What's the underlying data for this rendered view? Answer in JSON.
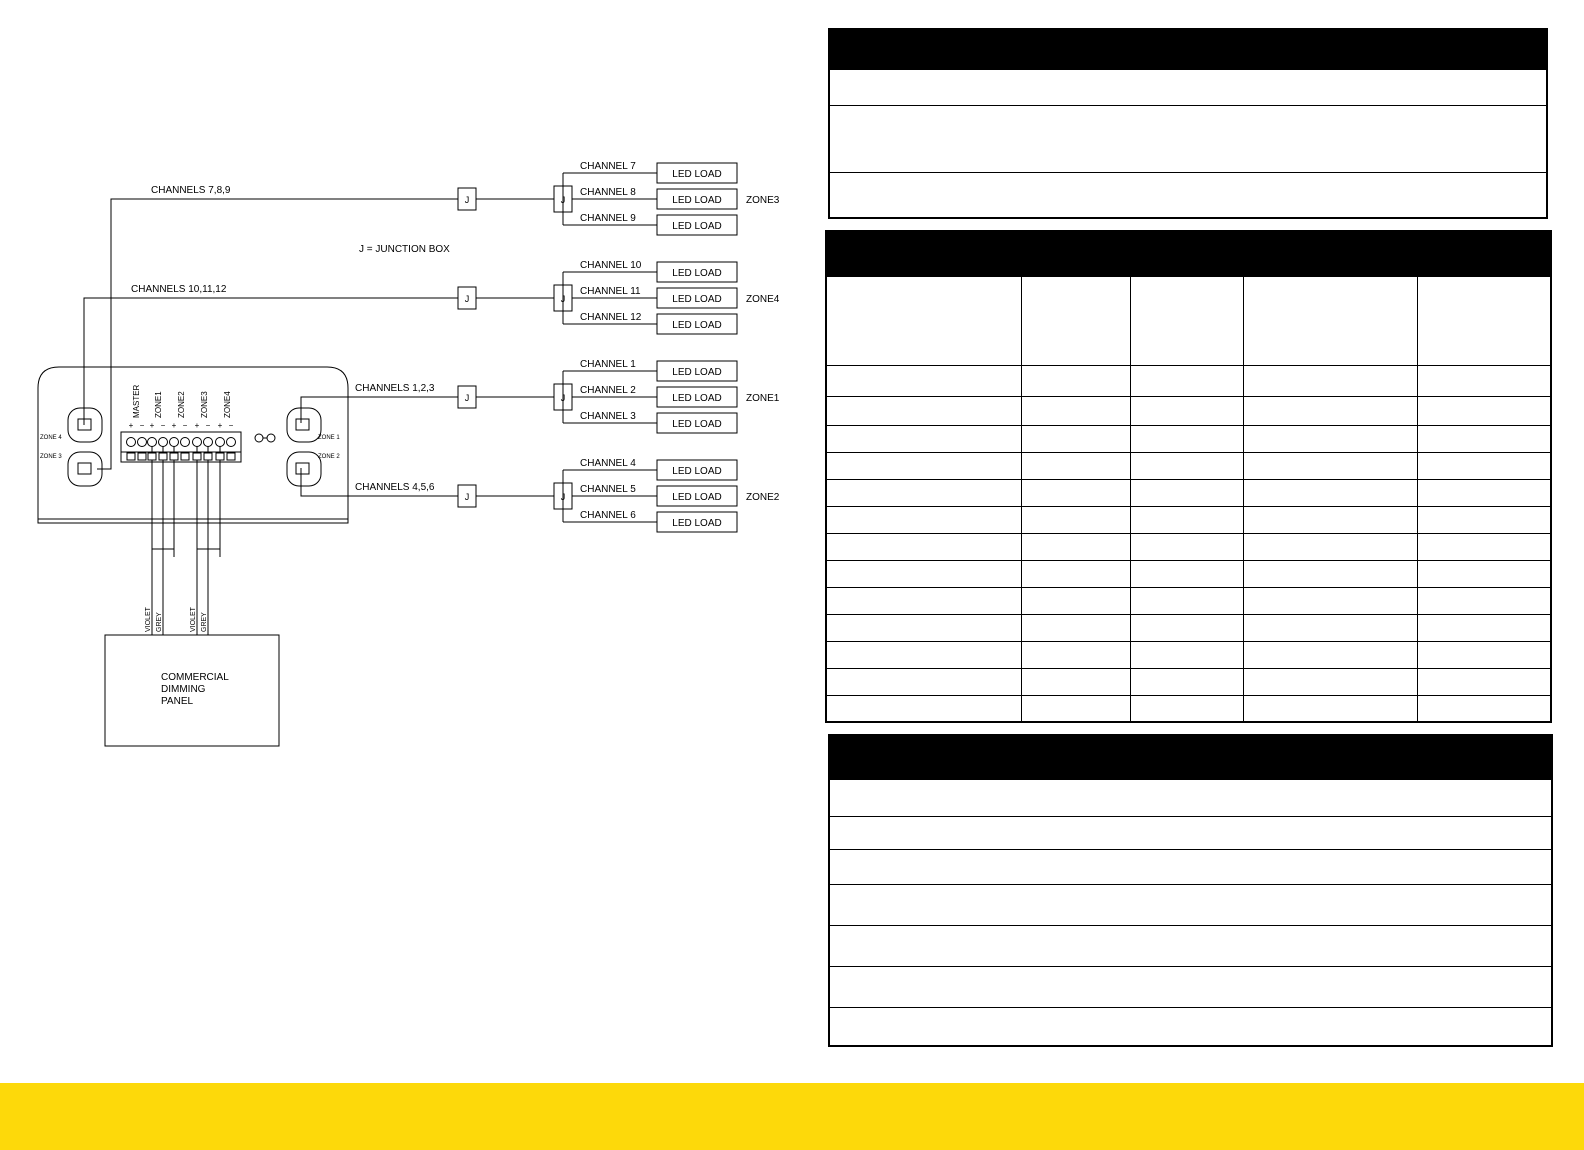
{
  "colors": {
    "footer": "#FDD90A",
    "line": "#000000",
    "header": "#000000"
  },
  "diagram": {
    "legend": "J = JUNCTION BOX",
    "junction_label": "J",
    "load_label": "LED LOAD",
    "runs": [
      {
        "bus": "CHANNELS 7,8,9",
        "zone": "ZONE3",
        "channels": [
          "CHANNEL 7",
          "CHANNEL 8",
          "CHANNEL 9"
        ]
      },
      {
        "bus": "CHANNELS 10,11,12",
        "zone": "ZONE4",
        "channels": [
          "CHANNEL 10",
          "CHANNEL 11",
          "CHANNEL 12"
        ]
      },
      {
        "bus": "CHANNELS 1,2,3",
        "zone": "ZONE1",
        "channels": [
          "CHANNEL 1",
          "CHANNEL 2",
          "CHANNEL 3"
        ]
      },
      {
        "bus": "CHANNELS 4,5,6",
        "zone": "ZONE2",
        "channels": [
          "CHANNEL 4",
          "CHANNEL 5",
          "CHANNEL 6"
        ]
      }
    ],
    "controller": {
      "terminal_labels": [
        "MASTER",
        "ZONE1",
        "ZONE2",
        "ZONE3",
        "ZONE4"
      ],
      "polarity": [
        "+",
        "−",
        "+",
        "−",
        "+",
        "−",
        "+",
        "−",
        "+",
        "−"
      ],
      "ports": [
        "ZONE 4",
        "ZONE 3",
        "ZONE 1",
        "ZONE 2"
      ]
    },
    "wires": [
      "VIOLET",
      "GREY",
      "VIOLET",
      "GREY"
    ],
    "panel_lines": [
      "COMMERCIAL",
      "DIMMING",
      "PANEL"
    ]
  },
  "tables": {
    "top": {
      "header": "",
      "rows": [
        "",
        "",
        ""
      ]
    },
    "middle": {
      "header": "",
      "columns": [
        "",
        "",
        "",
        "",
        ""
      ],
      "rows": 13
    },
    "bottom": {
      "header": "",
      "rows": [
        "",
        "",
        "",
        "",
        "",
        "",
        ""
      ]
    }
  }
}
